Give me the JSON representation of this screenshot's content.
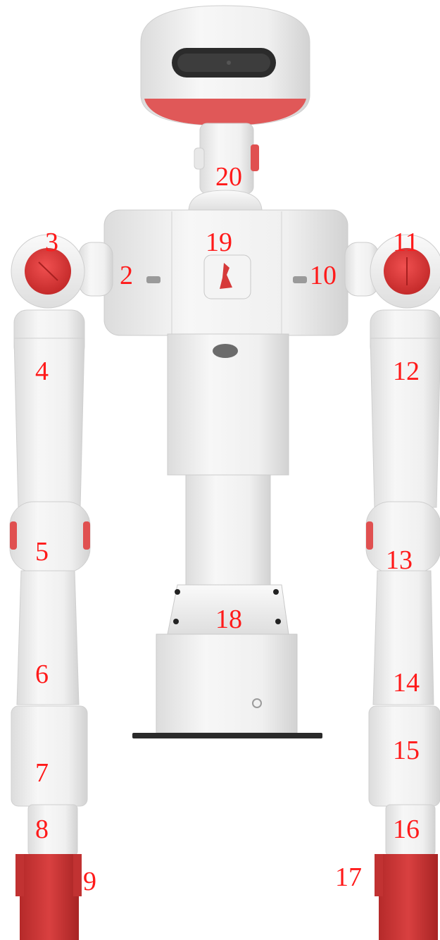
{
  "figure": {
    "accent_color": "#d63a3a",
    "shell_color": "#f2f2f2",
    "label_color": "#ff1a1a"
  },
  "joint_labels": {
    "j2": "2",
    "j3": "3",
    "j4": "4",
    "j5": "5",
    "j6": "6",
    "j7": "7",
    "j8": "8",
    "j9": "9",
    "j10": "10",
    "j11": "11",
    "j12": "12",
    "j13": "13",
    "j14": "14",
    "j15": "15",
    "j16": "16",
    "j17": "17",
    "j18": "18",
    "j19": "19",
    "j20": "20"
  }
}
